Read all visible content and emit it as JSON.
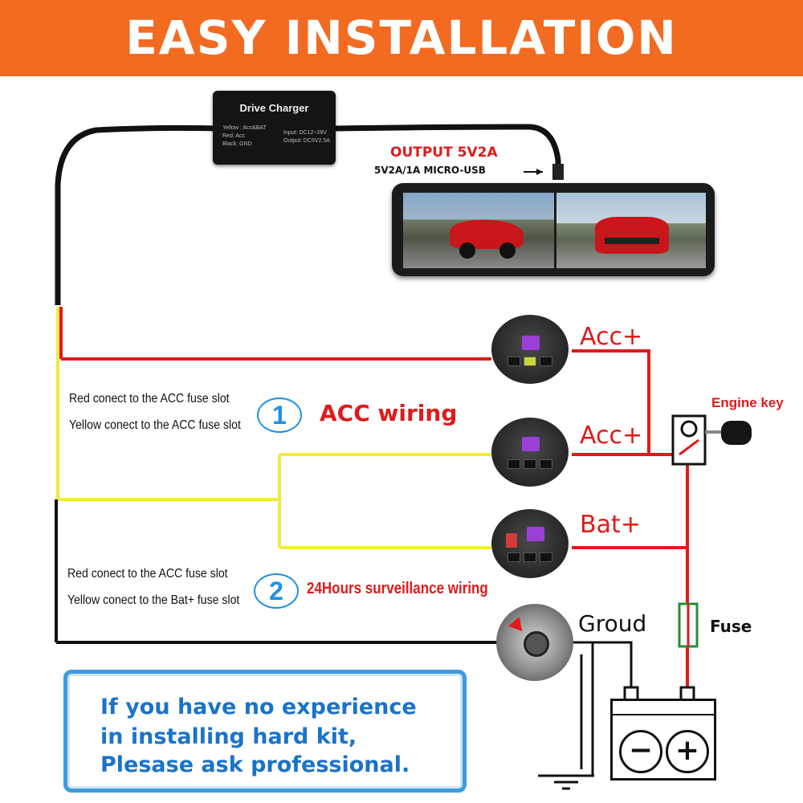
{
  "banner": {
    "title": "EASY INSTALLATION"
  },
  "charger": {
    "title": "Drive Charger",
    "spec_left": [
      "Yellow : Acc&BAT",
      "Red: Acc",
      "Black: GND"
    ],
    "spec_right": [
      "Input: DC12~28V",
      "Output: DC5V2.5A"
    ]
  },
  "output": {
    "label": "OUTPUT 5V2A",
    "connector": "5V2A/1A MICRO-USB"
  },
  "fuse_labels": {
    "acc_top": "Acc+",
    "acc_mid": "Acc+",
    "bat": "Bat+",
    "ground": "Groud"
  },
  "engine_key": {
    "label": "Engine key"
  },
  "fuse": {
    "label": "Fuse"
  },
  "wiring_1": {
    "number": "1",
    "title": "ACC wiring",
    "lines": [
      "Red conect to the ACC fuse slot",
      "Yellow conect to the ACC fuse slot"
    ]
  },
  "wiring_2": {
    "number": "2",
    "title": "24Hours surveillance wiring",
    "lines": [
      "Red conect to the ACC fuse slot",
      "Yellow conect to the Bat+ fuse slot"
    ]
  },
  "notice": {
    "lines": [
      "If you have no experience",
      "in installing hard kit,",
      "Plesase ask professional."
    ]
  },
  "battery": {
    "minus": "−",
    "plus": "+"
  },
  "colors": {
    "banner": "#f26b21",
    "red_wire": "#e01a1a",
    "yellow_wire": "#f2ec3a",
    "notice_blue": "#1a73c9",
    "badge_blue": "#1e90e8"
  }
}
